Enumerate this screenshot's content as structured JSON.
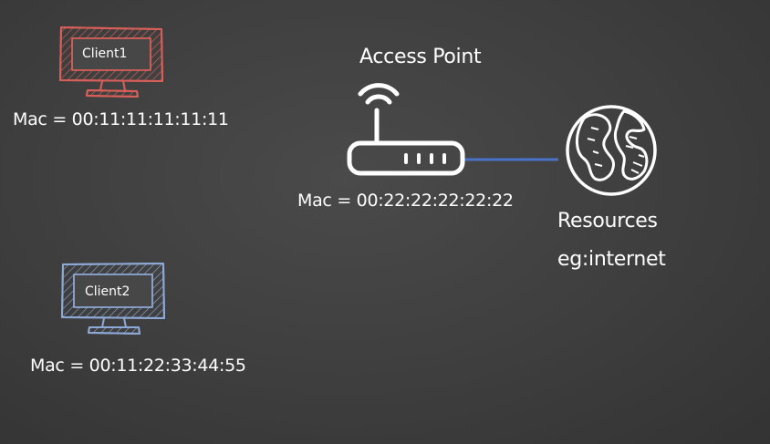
{
  "client1": {
    "label": "Client1",
    "mac": "Mac = 00:11:11:11:11:11"
  },
  "client2": {
    "label": "Client2",
    "mac": "Mac = 00:11:22:33:44:55"
  },
  "access_point": {
    "title": "Access Point",
    "mac": "Mac = 00:22:22:22:22:22"
  },
  "resources": {
    "line1": "Resources",
    "line2": "eg:internet"
  },
  "colors": {
    "client1_monitor": "#d9605a",
    "client2_monitor": "#8fa9d6",
    "link_line": "#4a72c8",
    "icon_white": "#ffffff"
  }
}
